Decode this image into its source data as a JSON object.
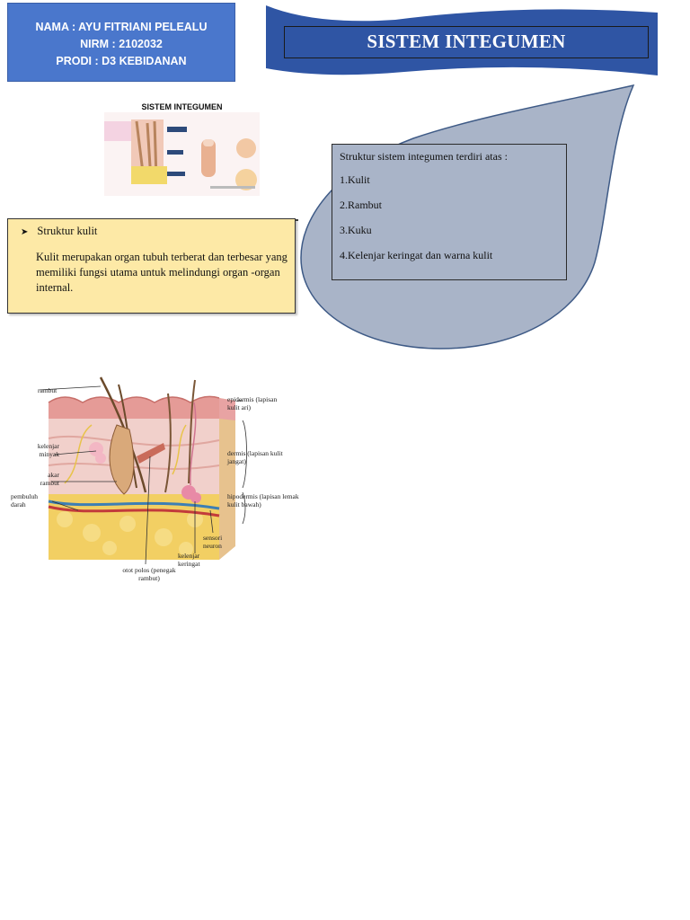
{
  "identity": {
    "name": "NAMA : AYU FITRIANI PELEALU",
    "nirm": "NIRM : 2102032",
    "prodi": "PRODI : D3 KEBIDANAN"
  },
  "title": "SISTEM INTEGUMEN",
  "thumbnail": {
    "title": "SISTEM INTEGUMEN"
  },
  "structure_list": {
    "intro": "Struktur sistem integumen terdiri atas :",
    "items": [
      "1.Kulit",
      "2.Rambut",
      "3.Kuku",
      "4.Kelenjar keringat dan warna kulit"
    ]
  },
  "callout": {
    "heading": "Struktur kulit",
    "body": "Kulit merupakan organ tubuh terberat dan terbesar yang memiliki fungsi utama untuk melindungi organ -organ internal."
  },
  "skin_diagram": {
    "labels": {
      "rambut": "rambut",
      "kelenjar_minyak": "kelenjar minyak",
      "akar_rambut": "akar rambut",
      "pembuluh_darah": "pembuluh darah",
      "otot_polos": "otot polos (penegak rambut)",
      "kelenjar_keringat": "kelenjar keringat",
      "sensori_neuron": "sensori neuron",
      "epidermis": "epidermis (lapisan kulit ari)",
      "dermis": "dermis (lapisan kulit jangat)",
      "hipodermis": "hipodermis (lapisan lemak kulit bawah)"
    }
  },
  "colors": {
    "id_box": "#4a77cc",
    "banner": "#2f55a4",
    "bubble": "#a9b4c8",
    "callout": "#fde9a6"
  }
}
